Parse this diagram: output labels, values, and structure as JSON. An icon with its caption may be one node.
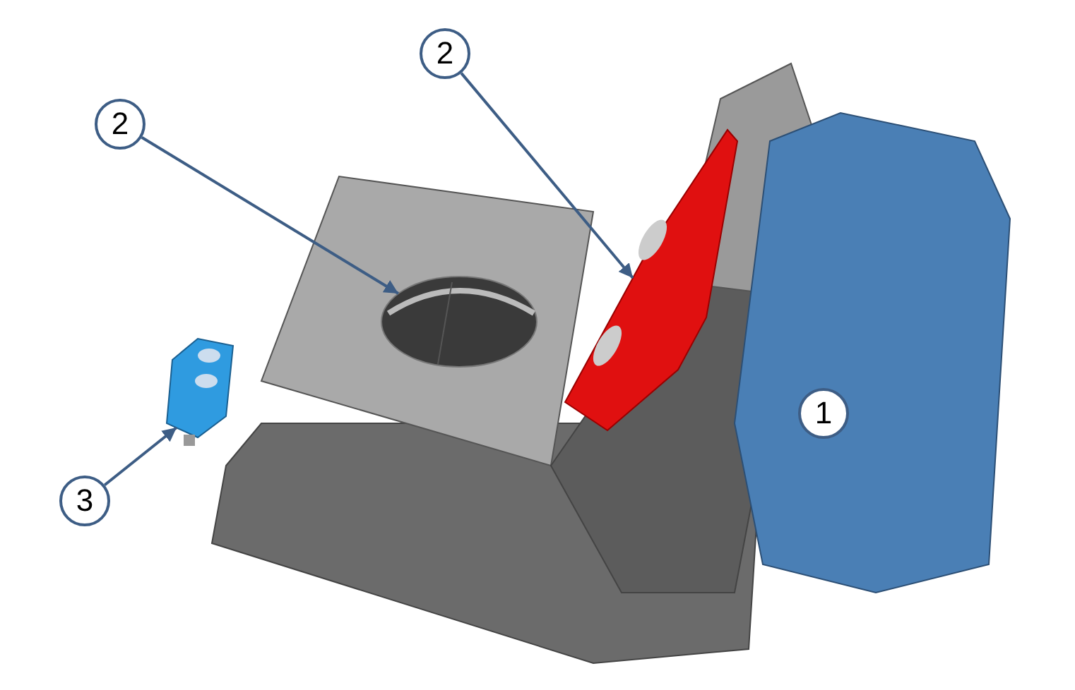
{
  "diagram": {
    "nodes": [
      {
        "text": [
          "2"
        ]
      },
      {
        "text": [],
        "shape": "picture"
      },
      {
        "text": [
          "2"
        ]
      },
      {
        "text": [],
        "shape": "picture"
      },
      {
        "text": [
          "1"
        ]
      },
      {
        "text": [
          "3"
        ]
      },
      {
        "text": [],
        "shape": "picture"
      }
    ],
    "edges": [
      {
        "from": 0,
        "to": 1,
        "arrow": "to"
      },
      {
        "from": 2,
        "to": 3,
        "arrow": "to"
      },
      {
        "from": 5,
        "to": 6,
        "arrow": "to"
      }
    ]
  }
}
